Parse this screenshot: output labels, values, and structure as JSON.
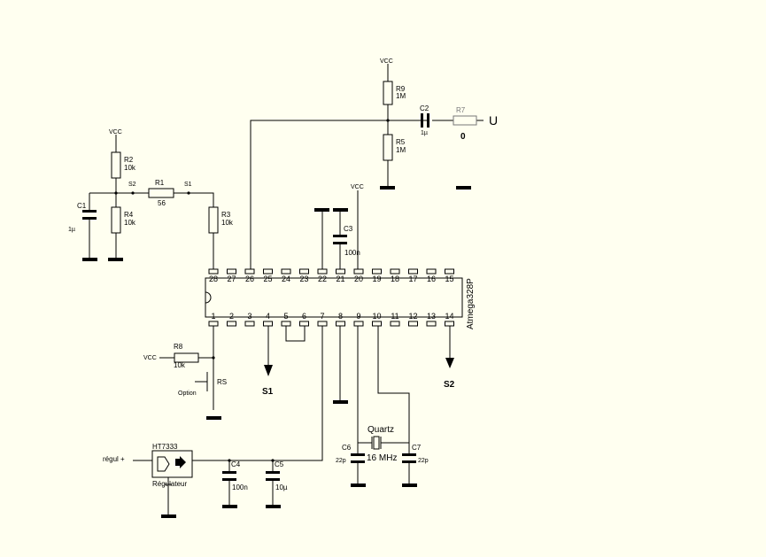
{
  "chip": {
    "name": "Atmega328P",
    "top_pins": [
      "28",
      "27",
      "26",
      "25",
      "24",
      "23",
      "22",
      "21",
      "20",
      "19",
      "18",
      "17",
      "16",
      "15"
    ],
    "bottom_pins": [
      "1",
      "2",
      "3",
      "4",
      "5",
      "6",
      "7",
      "8",
      "9",
      "10",
      "11",
      "12",
      "13",
      "14"
    ]
  },
  "labels": {
    "vcc": "VCC",
    "s1_node": "S1",
    "s2_node": "S2",
    "s1_out": "S1",
    "s2_out": "S2",
    "u": "U",
    "zero": "0",
    "option": "Option",
    "regul": "régul +",
    "regulator_name": "HT7333",
    "regulator_label": "Régulateur",
    "quartz": "Quartz",
    "freq": "16 MHz"
  },
  "components": {
    "R1": {
      "name": "R1",
      "value": "56"
    },
    "R2": {
      "name": "R2",
      "value": "10k"
    },
    "R3": {
      "name": "R3",
      "value": "10k"
    },
    "R4": {
      "name": "R4",
      "value": "10k"
    },
    "R5": {
      "name": "R5",
      "value": "1M"
    },
    "R7": {
      "name": "R7"
    },
    "R8": {
      "name": "R8",
      "value": "10k"
    },
    "R9": {
      "name": "R9",
      "value": "1M"
    },
    "C1": {
      "name": "C1",
      "value": "1µ"
    },
    "C2": {
      "name": "C2",
      "value": "1µ"
    },
    "C3": {
      "name": "C3",
      "value": "100n"
    },
    "C4": {
      "name": "C4",
      "value": "100n"
    },
    "C5": {
      "name": "C5",
      "value": "10µ"
    },
    "C6": {
      "name": "C6",
      "value": "22p"
    },
    "C7": {
      "name": "C7",
      "value": "22p"
    },
    "RS": {
      "name": "RS"
    }
  }
}
